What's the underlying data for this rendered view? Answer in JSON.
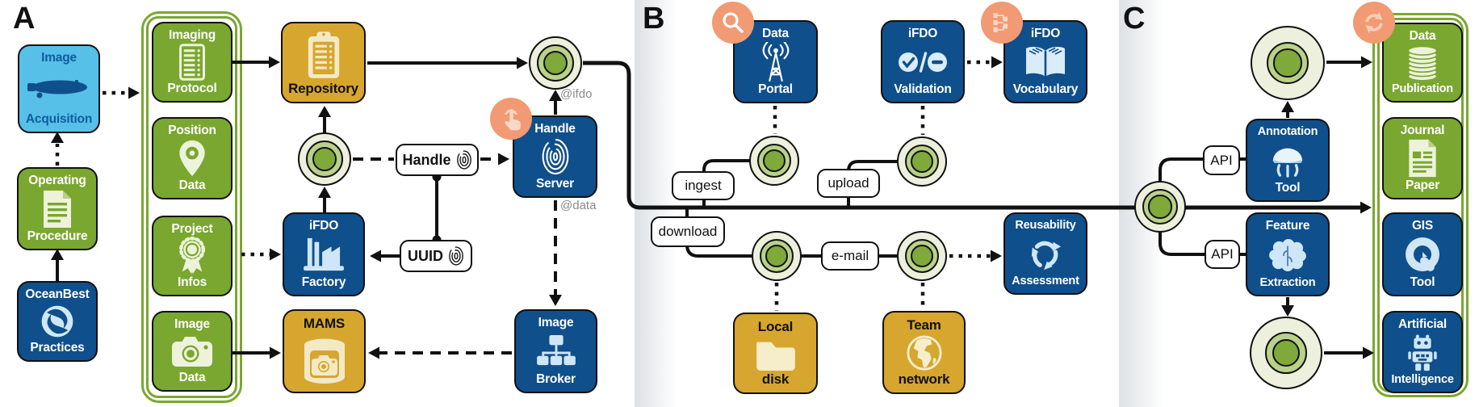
{
  "palette": {
    "green": "#7aa72f",
    "blue": "#0f4f8b",
    "yellow": "#d6a62e",
    "light_blue": "#56c0e8",
    "salmon": "#f19a74",
    "circle_green": "#7fa93b",
    "circle_mid": "#b9d189",
    "circle_pale": "#ecf0dd",
    "annotation_gray": "#8a8a8a"
  },
  "sections": {
    "a": {
      "label": "A",
      "image_acquisition": {
        "line1": "Image",
        "line2": "Acquisition"
      },
      "operating_procedure": {
        "line1": "Operating",
        "line2": "Procedure"
      },
      "oceanbest_practices": {
        "line1": "OceanBest",
        "line2": "Practices"
      },
      "imaging_protocol": {
        "line1": "Imaging",
        "line2": "Protocol"
      },
      "position_data": {
        "line1": "Position",
        "line2": "Data"
      },
      "project_infos": {
        "line1": "Project",
        "line2": "Infos"
      },
      "image_data": {
        "line1": "Image",
        "line2": "Data"
      },
      "repository": {
        "label": "Repository"
      },
      "ifdo_factory": {
        "line1": "iFDO",
        "line2": "Factory"
      },
      "mams": {
        "label": "MAMS"
      },
      "handle_server": {
        "line1": "Handle",
        "line2": "Server"
      },
      "image_broker": {
        "line1": "Image",
        "line2": "Broker"
      },
      "handle_pill": "Handle",
      "uuid_pill": "UUID",
      "at_ifdo": "@ifdo",
      "at_data": "@data"
    },
    "b": {
      "label": "B",
      "data_portal": {
        "line1": "Data",
        "line2": "Portal"
      },
      "ifdo_validation": {
        "line1": "iFDO",
        "line2": "Validation"
      },
      "ifdo_vocabulary": {
        "line1": "iFDO",
        "line2": "Vocabulary"
      },
      "reusability_assessment": {
        "line1": "Reusability",
        "line2": "Assessment"
      },
      "local_disk": {
        "line1": "Local",
        "line2": "disk"
      },
      "team_network": {
        "line1": "Team",
        "line2": "network"
      },
      "ingest_pill": "ingest",
      "upload_pill": "upload",
      "download_pill": "download",
      "email_pill": "e-mail"
    },
    "c": {
      "label": "C",
      "annotation_tool": {
        "line1": "Annotation",
        "line2": "Tool"
      },
      "feature_extraction": {
        "line1": "Feature",
        "line2": "Extraction"
      },
      "data_publication": {
        "line1": "Data",
        "line2": "Publication"
      },
      "journal_paper": {
        "line1": "Journal",
        "line2": "Paper"
      },
      "gis_tool": {
        "line1": "GIS",
        "line2": "Tool"
      },
      "artificial_intelligence": {
        "line1": "Artificial",
        "line2": "Intelligence"
      },
      "api_pill_top": "API",
      "api_pill_bottom": "API"
    }
  }
}
